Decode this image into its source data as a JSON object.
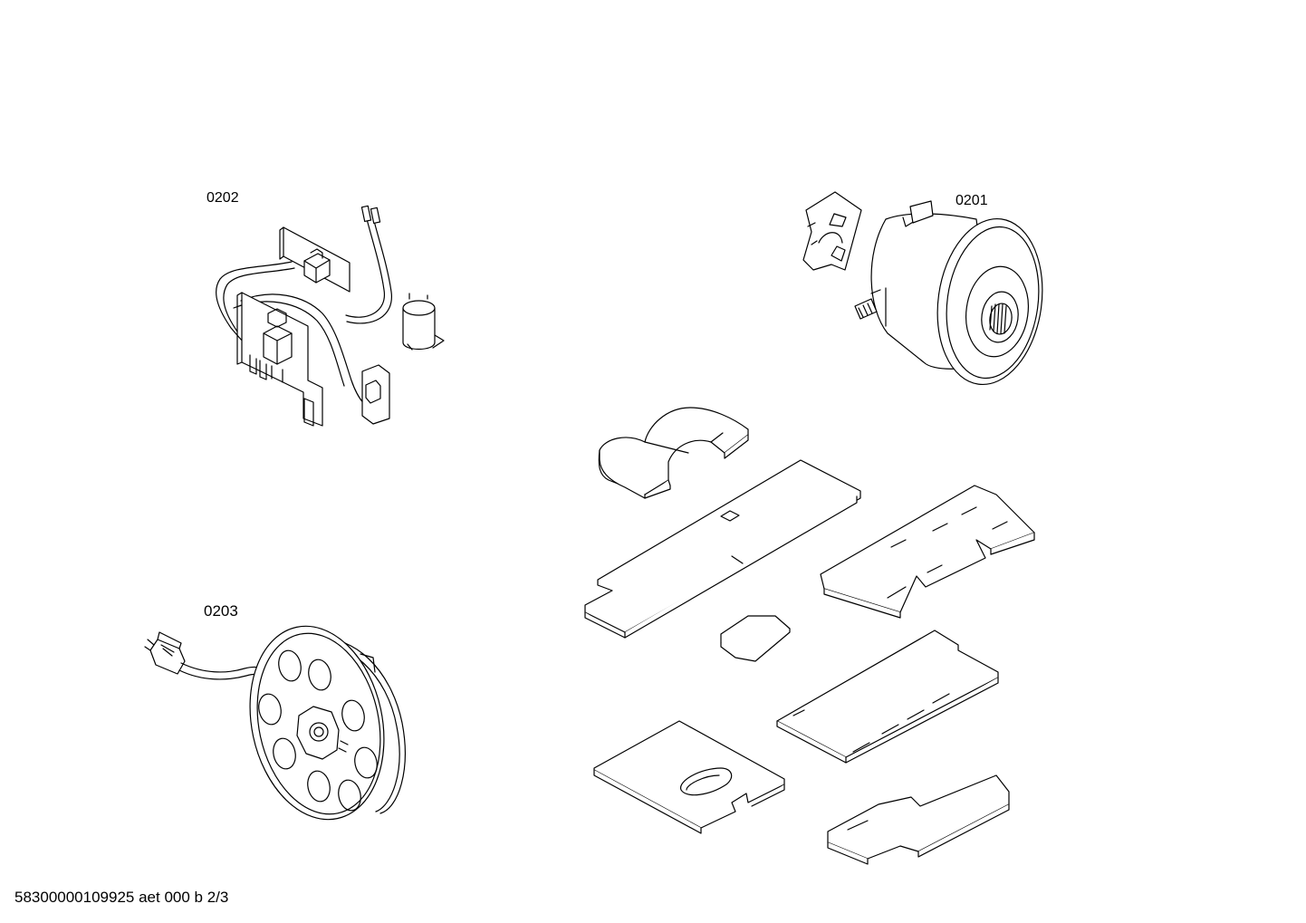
{
  "labels": {
    "assembly_0202": "0202",
    "assembly_0201": "0201",
    "assembly_0203": "0203"
  },
  "footer": {
    "document_code": "58300000109925 aet 000 b 2/3"
  }
}
